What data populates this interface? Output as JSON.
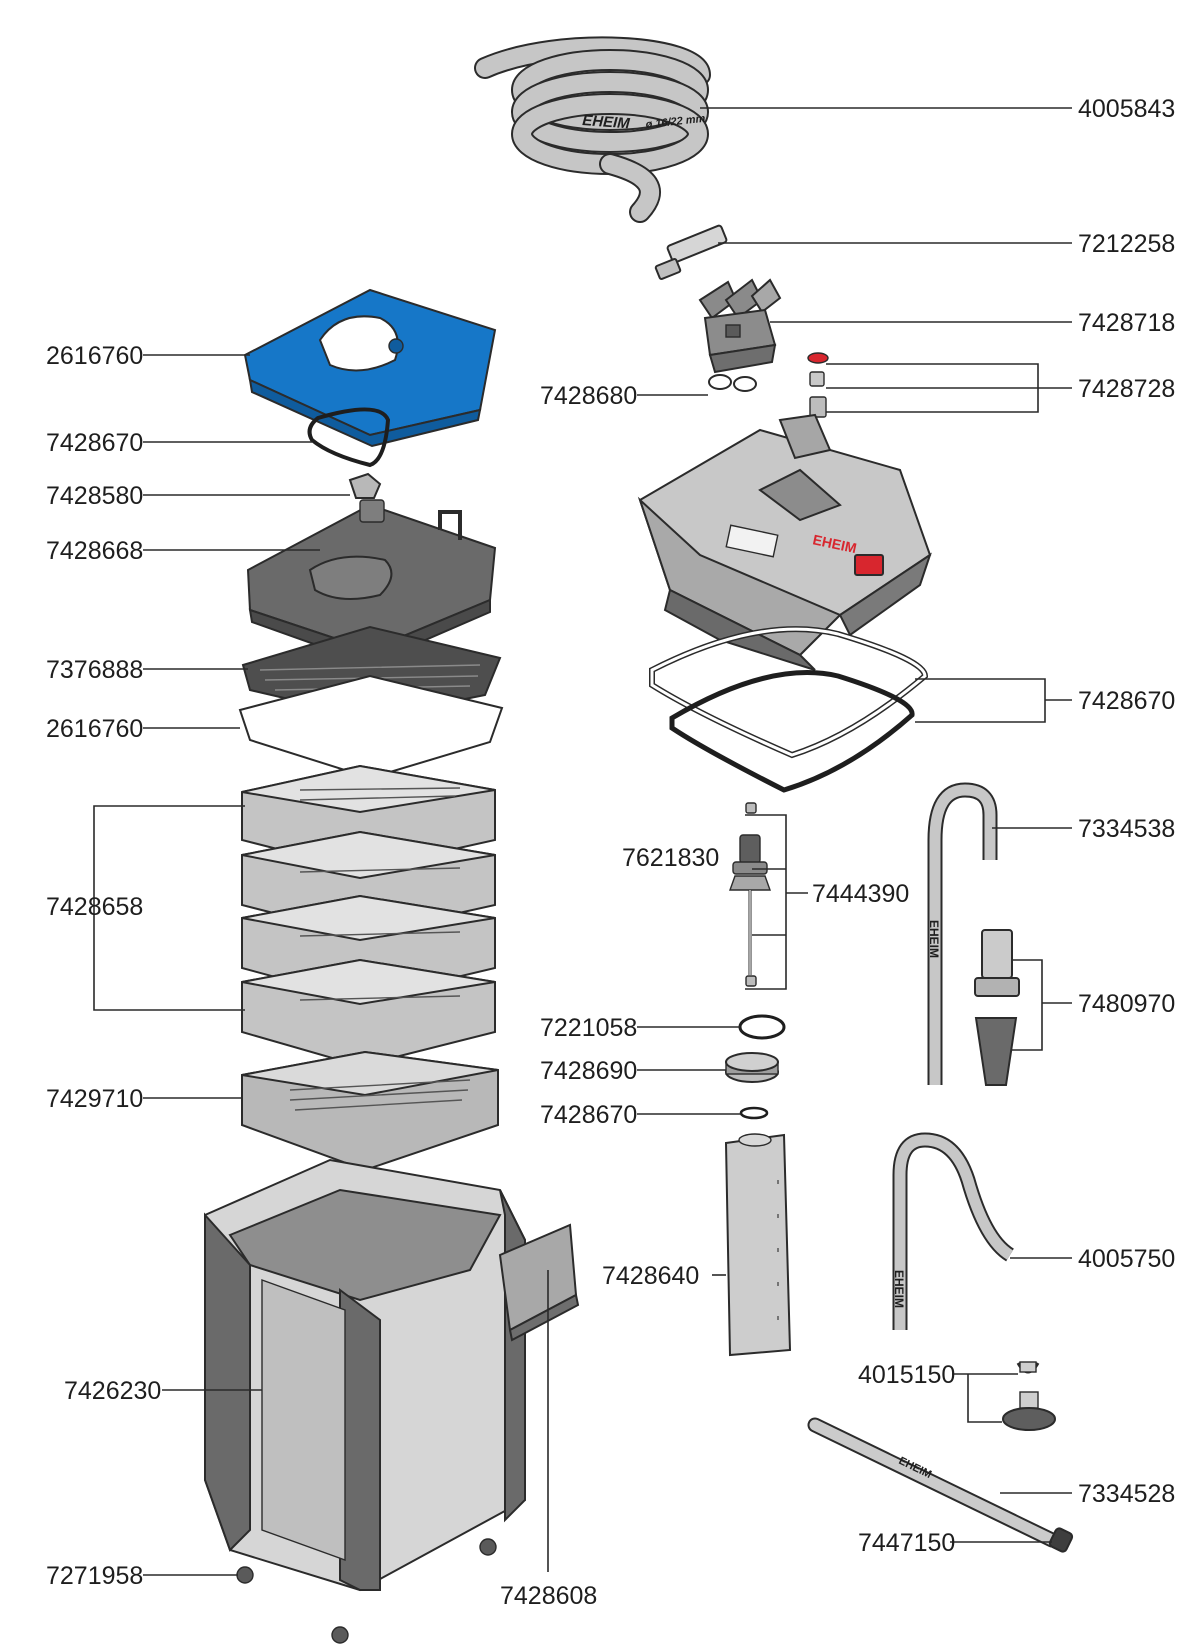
{
  "brand": "EHEIM",
  "hose_print": "ø 16/22 mm",
  "tube_print": "EHEIM",
  "colors": {
    "accent_blue": "#1677c8",
    "red_button": "#d8262e",
    "light_gray": "#c4c4c4",
    "mid_gray": "#9a9a9a",
    "dark_gray": "#5e5e5e"
  },
  "labels": {
    "hose": "4005843",
    "tap_pin": "7212258",
    "adapter": "7428718",
    "vent_set": "7428728",
    "adapter_orings": "7428680",
    "head_gasket": "7428670",
    "cover_top": "2616760",
    "lid_gasket": "7428670",
    "knob": "7428580",
    "lid": "7428668",
    "grid": "7376888",
    "cover_white": "2616760",
    "baskets": "7428658",
    "bottom_basket": "7429710",
    "housing": "7426230",
    "feet": "7271958",
    "flap": "7428608",
    "impeller_part": "7621830",
    "impeller_set": "7444390",
    "pump_oring": "7221058",
    "pump_cover": "7428690",
    "small_oring": "7428670",
    "prefilter": "7428640",
    "intake_pipe": "7334538",
    "intake_strainer": "7480970",
    "outlet_pipe": "4005750",
    "clips": "4015150",
    "spray_bar": "7334528",
    "end_cap": "7447150"
  }
}
